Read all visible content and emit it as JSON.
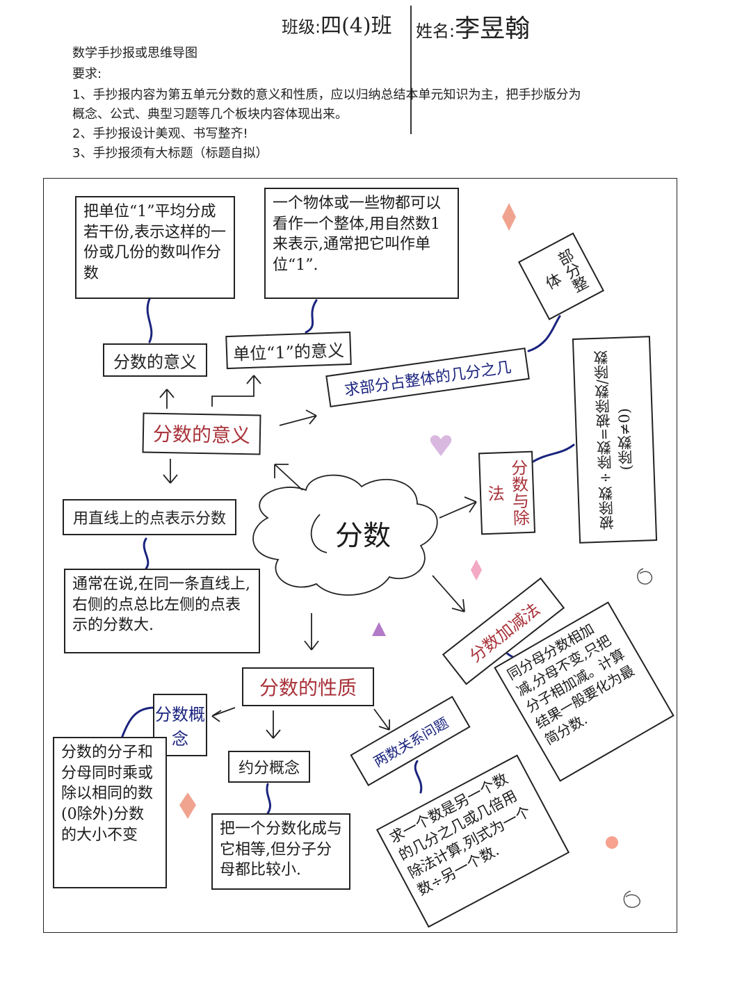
{
  "header": {
    "class_label": "班级:",
    "class_value": "四(4)班",
    "name_label": "姓名:",
    "name_value": "李昱翰"
  },
  "requirements": {
    "heading": "数学手抄报或思维导图",
    "label": "要求:",
    "item1_line1": "1、手抄报内容为第五单元分数的意义和性质，应以归纳总结本单元知识为主，把手抄版分为",
    "item1_line2": "概念、公式、典型习题等几个板块内容体现出来。",
    "item2": "2、手抄报设计美观、书写整齐!",
    "item3": "3、手抄报须有大标题（标题自拟）"
  },
  "map": {
    "center": "分数",
    "meaning_center": "分数的意义",
    "meaning_title": "分数的意义",
    "meaning_def": "把单位“1”平均分成若干份,表示这样的一份或几份的数叫作分数",
    "unit_title": "单位“1”的意义",
    "unit_def": "一个物体或一些物都可以看作一个整体,用自然数1来表示,通常把它叫作单位“1”.",
    "part_whole": "求部分占整体的几分之几",
    "part_whole_box": "部分整体",
    "number_line_title": "用直线上的点表示分数",
    "number_line_def": "通常在说,在同一条直线上,右侧的点总比左侧的点表示的分数大.",
    "division_title": "分数与除法",
    "division_formula": "被除数÷除数=被除数/除数 (除数≠0)",
    "addsub_title": "分数加减法",
    "addsub_def": "同分母分数相加减,分母不变,只把分子相加减。计算结果一般要化为最简分数.",
    "property_title": "分数的性质",
    "concept_title": "分数概念",
    "concept_def": "分数的分子和分母同时乘或除以相同的数(0除外)分数的大小不变",
    "reduce_title": "约分概念",
    "reduce_def": "把一个分数化成与它相等,但分子分母都比较小.",
    "relation_title": "两数关系问题",
    "relation_def": "求一个数是另一个数的几分之几或几倍用除法计算,列式为一个数÷另一个数."
  },
  "colors": {
    "accent_red": "#a8323a",
    "line_blue": "#1a237e",
    "pink": "#e88aa8",
    "purple": "#b27ac8"
  }
}
